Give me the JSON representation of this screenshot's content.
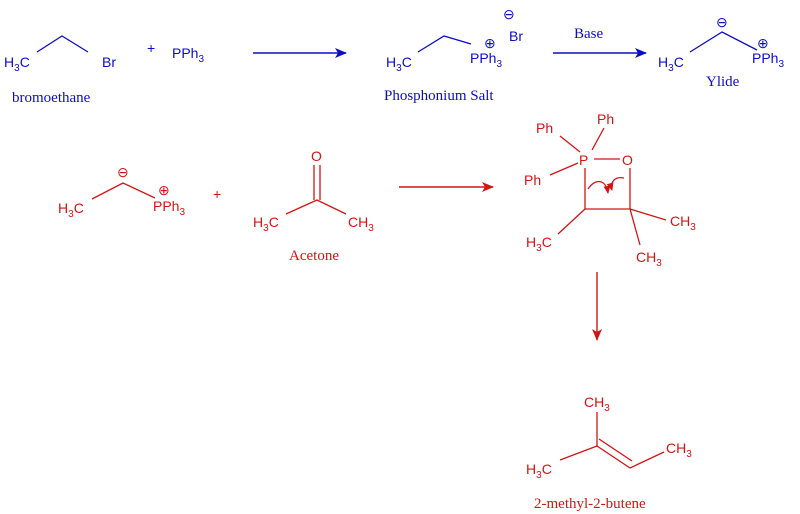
{
  "colors": {
    "step1": "#0d0dc8",
    "step2": "#d41414"
  },
  "step1": {
    "bromoethane": {
      "h3c": "H",
      "c3": "3",
      "c": "C",
      "br": "Br",
      "caption": "bromoethane"
    },
    "plus": "+",
    "pph3": {
      "p": "PPh",
      "n": "3"
    },
    "salt": {
      "h3c": "H",
      "c3": "3",
      "c": "C",
      "p": "PPh",
      "n": "3",
      "plus": "⊕",
      "minus": "⊖",
      "br": "Br",
      "caption": "Phosphonium Salt"
    },
    "arrow_label": "Base",
    "ylide": {
      "h3c": "H",
      "c3": "3",
      "c": "C",
      "p": "PPh",
      "n": "3",
      "plus": "⊕",
      "minus": "⊖",
      "caption": "Ylide"
    }
  },
  "step2": {
    "ylide": {
      "h3c": "H",
      "c3": "3",
      "c": "C",
      "p": "PPh",
      "n": "3",
      "plus": "⊕",
      "minus": "⊖"
    },
    "plus": "+",
    "acetone": {
      "o": "O",
      "h3c": "H",
      "c3": "3",
      "c": "C",
      "ch": "CH",
      "n": "3",
      "caption": "Acetone"
    },
    "oxaphosphetane": {
      "ph1": "Ph",
      "ph2": "Ph",
      "ph3": "Ph",
      "p": "P",
      "o": "O",
      "h3c": "H",
      "c3": "3",
      "c": "C",
      "ch3a": "CH",
      "ch3b": "CH",
      "n": "3"
    },
    "product": {
      "ch3top": "CH",
      "ch3right": "CH",
      "h3c": "H",
      "c3": "3",
      "c": "C",
      "n": "3",
      "caption": "2-methyl-2-butene"
    }
  }
}
